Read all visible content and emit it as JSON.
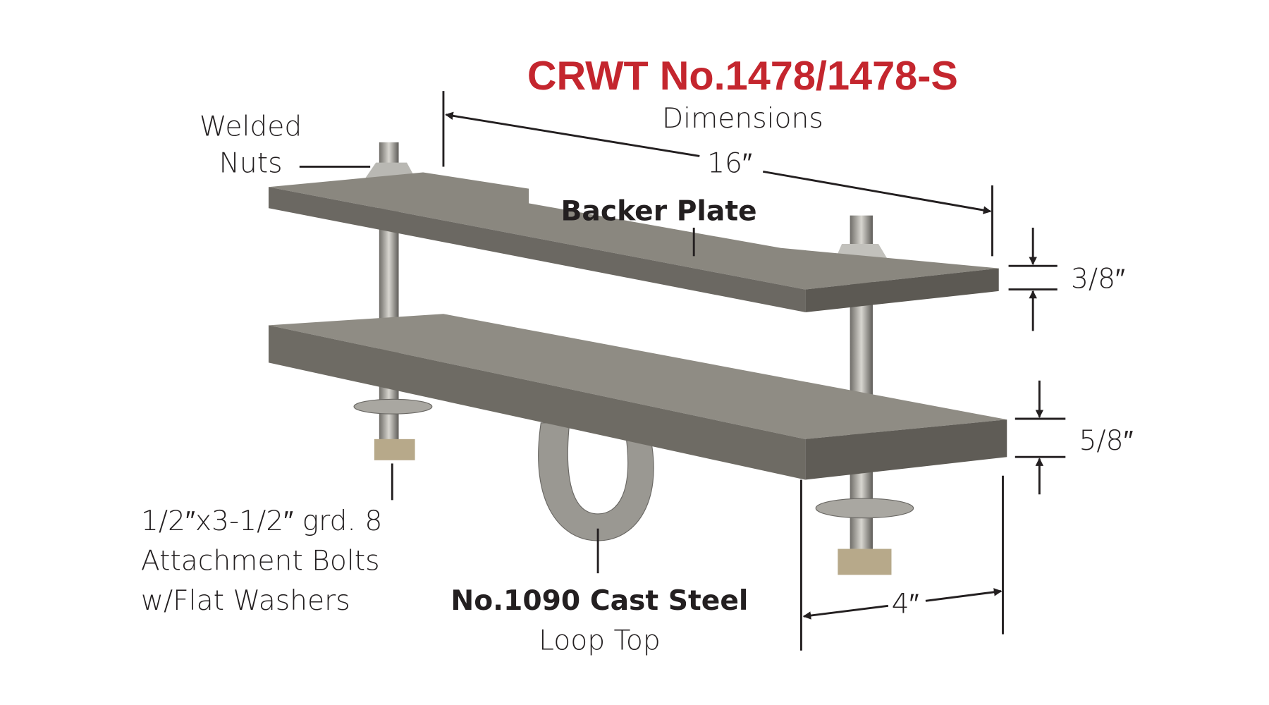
{
  "title": "CRWT No.1478/1478-S",
  "subtitle": "Dimensions",
  "colors": {
    "title": "#c4262e",
    "text": "#231f20",
    "steel": "#8a8780"
  },
  "labels": {
    "welded_nuts": [
      "Welded",
      "Nuts"
    ],
    "backer_plate": "Backer Plate",
    "bolts": [
      "1/2″x3-1/2″ grd. 8",
      "Attachment Bolts",
      "w/Flat Washers"
    ],
    "loop_top": [
      "No.1090 Cast Steel",
      "Loop Top"
    ]
  },
  "dimensions": {
    "length": "16″",
    "backer_thickness": "3/8″",
    "base_thickness": "5/8″",
    "width": "4″"
  }
}
